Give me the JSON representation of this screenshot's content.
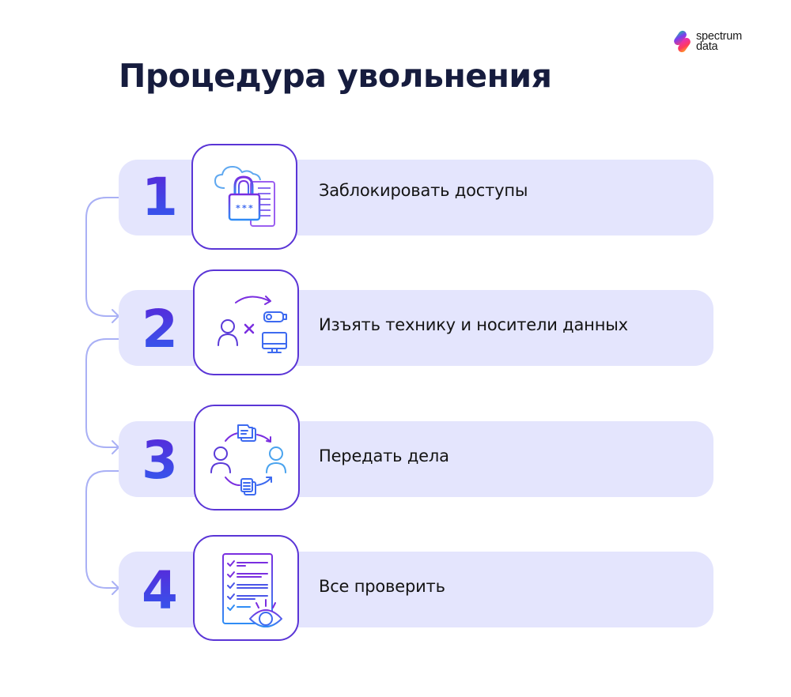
{
  "logo": {
    "line1": "spectrum",
    "line2": "data",
    "icon": "spectrum-logo-icon"
  },
  "title": "Процедура увольнения",
  "colors": {
    "title": "#161c3e",
    "pill_bg": "#e4e5fd",
    "icon_border": "#5a35d6",
    "number_gradient_top": "#5a25d8",
    "number_gradient_bottom": "#2f5ff0",
    "connector": "#a9b0f5"
  },
  "steps": [
    {
      "number": "1",
      "label": "Заблокировать доступы",
      "icon": "cloud-lock-icon"
    },
    {
      "number": "2",
      "label": "Изъять технику и носители данных",
      "icon": "remove-devices-icon"
    },
    {
      "number": "3",
      "label": "Передать дела",
      "icon": "handover-documents-icon"
    },
    {
      "number": "4",
      "label": "Все проверить",
      "icon": "checklist-eye-icon"
    }
  ]
}
